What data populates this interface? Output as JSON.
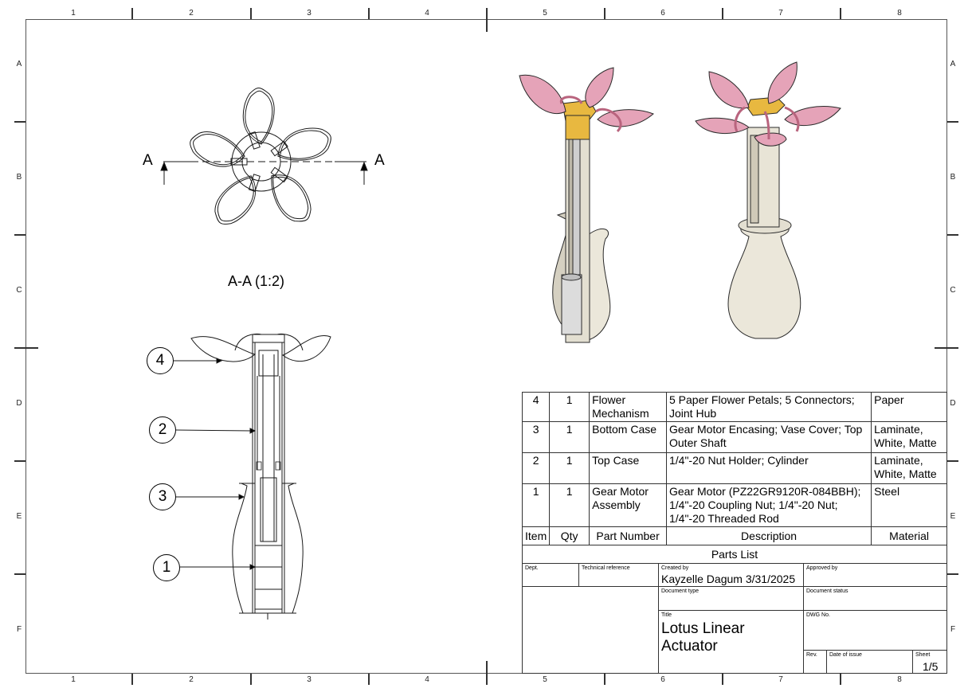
{
  "sheet_border": {
    "columns": [
      "1",
      "2",
      "3",
      "4",
      "5",
      "6",
      "7",
      "8"
    ],
    "rows": [
      "A",
      "B",
      "C",
      "D",
      "E",
      "F"
    ]
  },
  "section_view": {
    "cut_marker_left": "A",
    "cut_marker_right": "A",
    "label": "A-A (1:2)"
  },
  "balloons": [
    {
      "number": "4",
      "part": "Flower Mechanism"
    },
    {
      "number": "2",
      "part": "Top Case"
    },
    {
      "number": "3",
      "part": "Bottom Case"
    },
    {
      "number": "1",
      "part": "Gear Motor Assembly"
    }
  ],
  "colors": {
    "petal": "#e5a3b8",
    "petal_dark": "#b9647e",
    "hub": "#e8b840",
    "vase": "#ebe7da",
    "vase_shade": "#c9c3b0",
    "line": "#1a1a1a"
  },
  "parts_list": {
    "title": "Parts List",
    "headers": {
      "item": "Item",
      "qty": "Qty",
      "part_number": "Part Number",
      "description": "Description",
      "material": "Material"
    },
    "rows": [
      {
        "item": "4",
        "qty": "1",
        "part_number": "Flower Mechanism",
        "description": "5 Paper Flower Petals; 5 Connectors; Joint Hub",
        "material": "Paper"
      },
      {
        "item": "3",
        "qty": "1",
        "part_number": "Bottom Case",
        "description": "Gear Motor Encasing; Vase Cover; Top Outer Shaft",
        "material": "Laminate, White, Matte"
      },
      {
        "item": "2",
        "qty": "1",
        "part_number": "Top Case",
        "description": "1/4\"-20 Nut Holder; Cylinder",
        "material": "Laminate, White, Matte"
      },
      {
        "item": "1",
        "qty": "1",
        "part_number": "Gear Motor Assembly",
        "description": "Gear Motor (PZ22GR9120R-084BBH); 1/4\"-20 Coupling Nut; 1/4\"-20 Nut; 1/4\"-20 Threaded Rod",
        "material": "Steel"
      }
    ]
  },
  "title_block": {
    "dept_label": "Dept.",
    "dept_value": "",
    "tech_ref_label": "Technical reference",
    "tech_ref_value": "",
    "created_by_label": "Created by",
    "created_by_value": "Kayzelle Dagum 3/31/2025",
    "approved_by_label": "Approved by",
    "approved_by_value": "",
    "doc_type_label": "Document type",
    "doc_type_value": "",
    "doc_status_label": "Document status",
    "doc_status_value": "",
    "title_label": "Title",
    "title_value": "Lotus Linear Actuator",
    "dwg_no_label": "DWG No.",
    "dwg_no_value": "",
    "rev_label": "Rev.",
    "rev_value": "",
    "date_issue_label": "Date of issue",
    "date_issue_value": "",
    "sheet_label": "Sheet",
    "sheet_value": "1/5"
  }
}
